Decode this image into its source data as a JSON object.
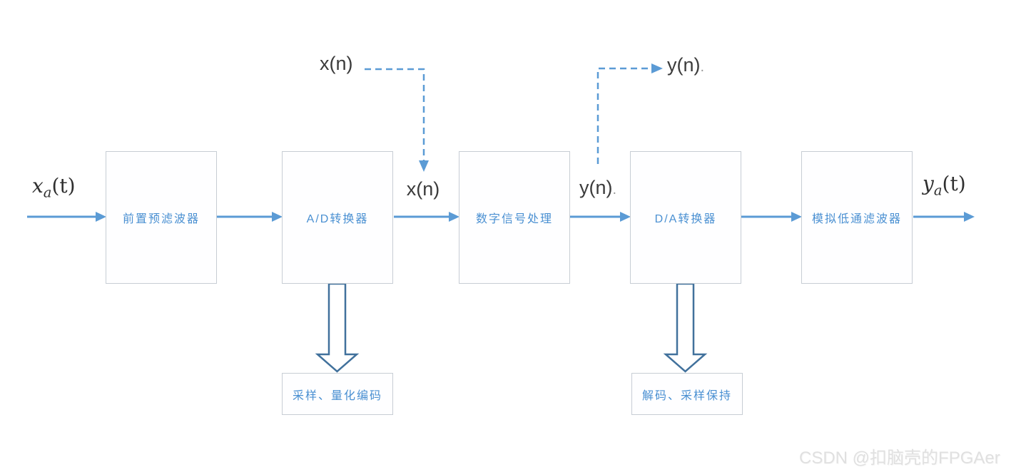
{
  "diagram": {
    "blocks": [
      {
        "label": "前置预滤波器"
      },
      {
        "label": "A/D转换器"
      },
      {
        "label": "数字信号处理"
      },
      {
        "label": "D/A转换器"
      },
      {
        "label": "模拟低通滤波器"
      }
    ],
    "sub_blocks": [
      {
        "label": "采样、量化编码"
      },
      {
        "label": "解码、采样保持"
      }
    ],
    "signals": {
      "input": {
        "base": "x",
        "sub": "a",
        "paren": "(t)"
      },
      "output": {
        "base": "y",
        "sub": "a",
        "paren": "(t)"
      },
      "x_n": "x(n)",
      "y_n": "y(n)",
      "y_n_dot": "."
    }
  },
  "colors": {
    "arrow_blue": "#5b9bd5",
    "block_arrow_border": "#41719c",
    "box_border": "#c7cdd4",
    "box_text_blue": "#4a90d2",
    "signal_text": "#3b3b3b",
    "watermark_gray": "#e0e0e0"
  },
  "watermark": "CSDN @扣脑壳的FPGAer"
}
